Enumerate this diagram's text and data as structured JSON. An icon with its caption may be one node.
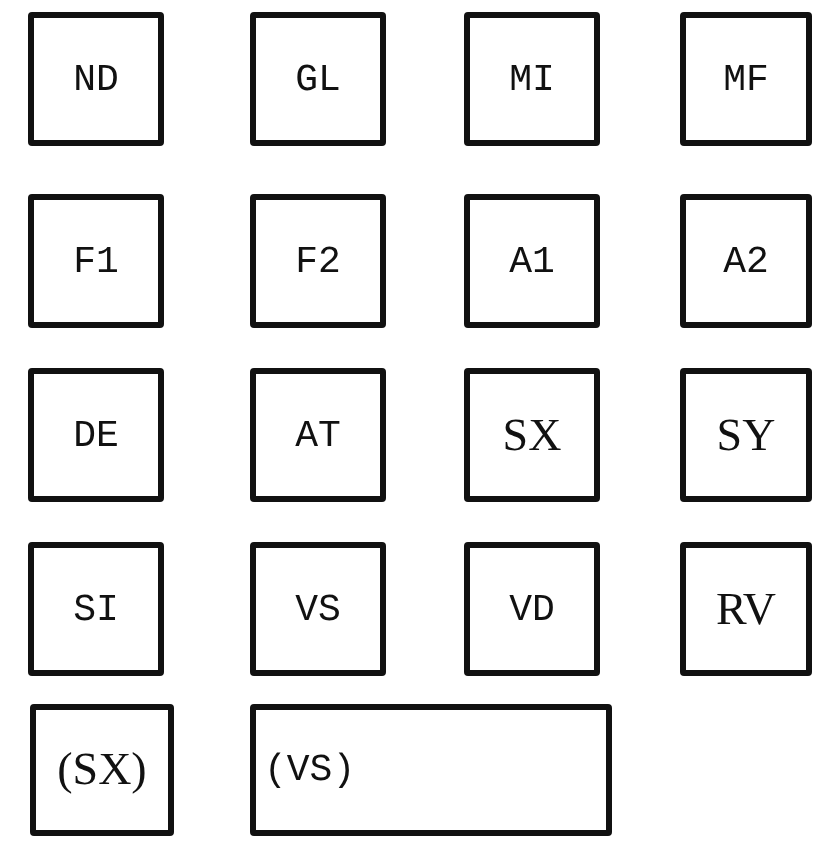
{
  "diagram": {
    "nodes": [
      {
        "text": [
          "ND"
        ]
      },
      {
        "text": [
          "GL"
        ]
      },
      {
        "text": [
          "MI"
        ]
      },
      {
        "text": [
          "MF"
        ]
      },
      {
        "text": [
          "F1"
        ]
      },
      {
        "text": [
          "F2"
        ]
      },
      {
        "text": [
          "A1"
        ]
      },
      {
        "text": [
          "A2"
        ]
      },
      {
        "text": [
          "DE"
        ]
      },
      {
        "text": [
          "AT"
        ]
      },
      {
        "text": [
          "SX"
        ]
      },
      {
        "text": [
          "SY"
        ]
      },
      {
        "text": [
          "SI"
        ]
      },
      {
        "text": [
          "VS"
        ]
      },
      {
        "text": [
          "VD"
        ]
      },
      {
        "text": [
          "RV"
        ]
      },
      {
        "text": [
          "(SX)"
        ]
      },
      {
        "text": [
          "(VS)"
        ]
      }
    ],
    "edges": []
  }
}
